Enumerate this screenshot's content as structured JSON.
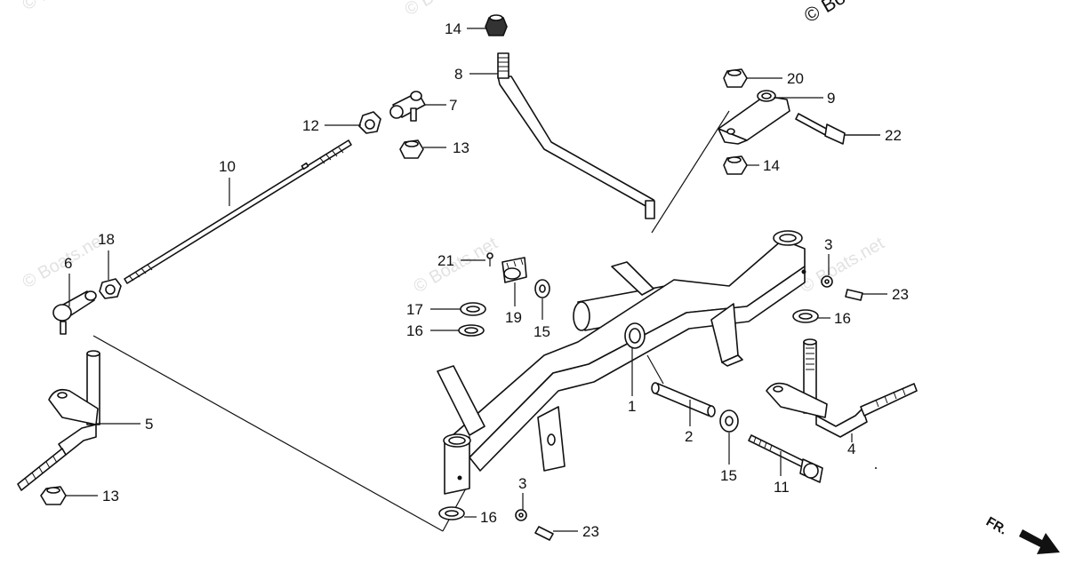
{
  "watermark": {
    "text": "© Boats.net",
    "copyright_text": "© Bo"
  },
  "direction_label": "FR.",
  "labels": {
    "l14a": "14",
    "l8": "8",
    "l7": "7",
    "l12": "12",
    "l13a": "13",
    "l20": "20",
    "l9": "9",
    "l22": "22",
    "l14b": "14",
    "l10": "10",
    "l18": "18",
    "l6": "6",
    "l21": "21",
    "l3a": "3",
    "l23a": "23",
    "l17": "17",
    "l19": "19",
    "l15a": "15",
    "l16a": "16",
    "l16b": "16",
    "l1": "1",
    "l5": "5",
    "l2": "2",
    "l4": "4",
    "l15b": "15",
    "l11": "11",
    "l13b": "13",
    "l3b": "3",
    "l16c": "16",
    "l23b": "23"
  },
  "colors": {
    "line": "#111111",
    "watermark": "#e2e2e2",
    "background": "#ffffff"
  }
}
